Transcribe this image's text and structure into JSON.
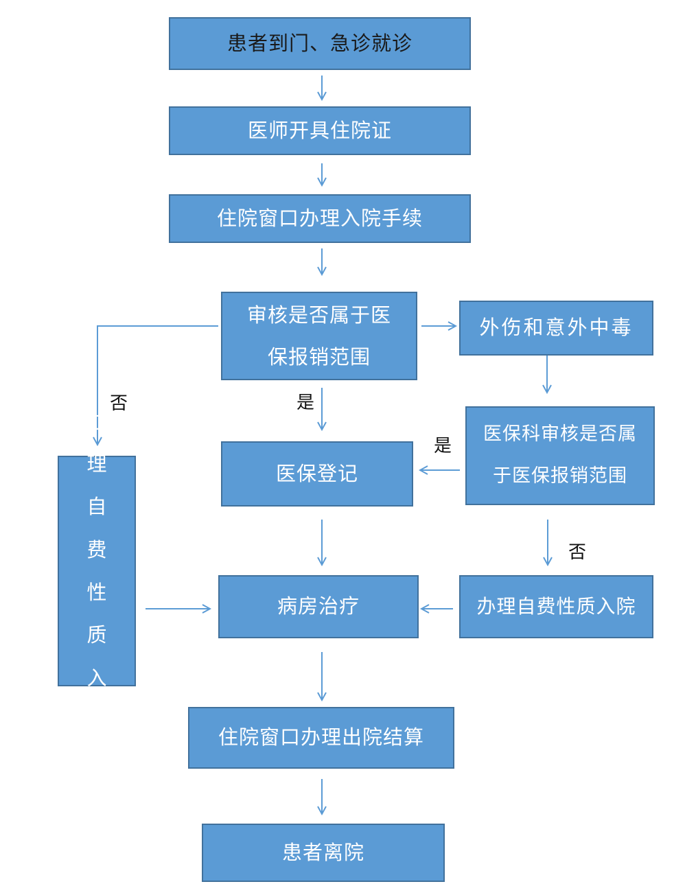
{
  "nodes": {
    "arrival": "患者到门、急诊就诊",
    "certificate": "医师开具住院证",
    "admission": "住院窗口办理入院手续",
    "check_scope_line1": "审核是否属于医",
    "check_scope_line2": "保报销范围",
    "injury": "外伤和意外中毒",
    "insurance_dept_check_line1": "医保科审核是否属",
    "insurance_dept_check_line2": "于医保报销范围",
    "insurance_register": "医保登记",
    "self_pay_left_line1": "办理",
    "self_pay_left_line2": "自费",
    "self_pay_left_line3": "性质",
    "self_pay_left_line4": "入院",
    "ward_treatment": "病房治疗",
    "self_pay_right": "办理自费性质入院",
    "discharge_settlement": "住院窗口办理出院结算",
    "patient_leaves": "患者离院"
  },
  "labels": {
    "no_left": "否",
    "yes_center": "是",
    "yes_right": "是",
    "no_right": "否"
  },
  "colors": {
    "box_fill": "#5b9bd5",
    "box_border": "#41719c",
    "arrow": "#5b9bd5"
  }
}
